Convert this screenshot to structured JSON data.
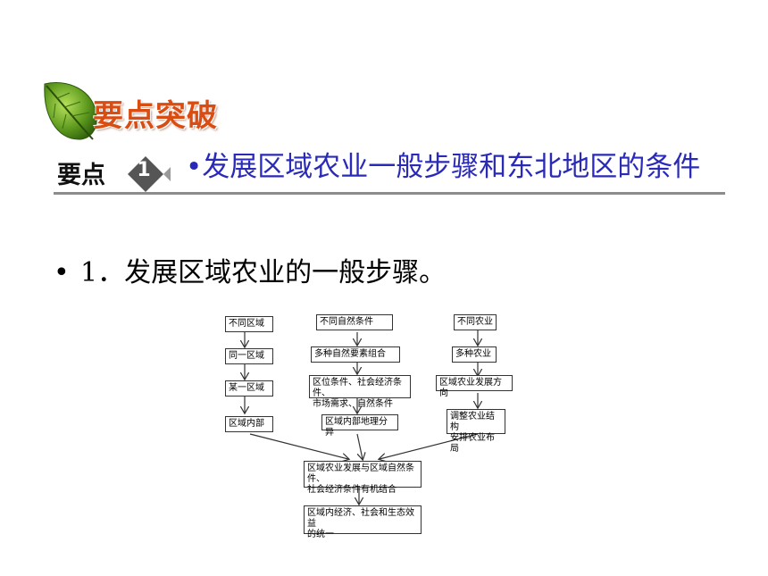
{
  "banner": {
    "title": "要点突破",
    "icon": "leaf-icon"
  },
  "keypoint": {
    "label": "要点",
    "number": "1"
  },
  "topic": {
    "title": "•发展区域农业一般步骤和东北地区的条件"
  },
  "bullet": {
    "marker": "•",
    "text": "1．发展区域农业的一般步骤。"
  },
  "diagram": {
    "col1": [
      "不同区域",
      "同一区域",
      "某一区域",
      "区域内部"
    ],
    "col2": [
      "不同自然条件",
      "多种自然要素组合",
      "区位条件、社会经济条件、\n市场需求、自然条件",
      "区域内部地理分异"
    ],
    "col3": [
      "不同农业",
      "多种农业",
      "区域农业发展方向",
      "调整农业结构\n安排农业布局"
    ],
    "center": [
      "区域农业发展与区域自然条件、\n社会经济条件有机结合",
      "区域内经济、社会和生态效益\n的统一"
    ]
  },
  "colors": {
    "banner": "#d94c12",
    "topic": "#2a2ab8",
    "badge": "#555555",
    "rule": "#8c8c8c"
  }
}
